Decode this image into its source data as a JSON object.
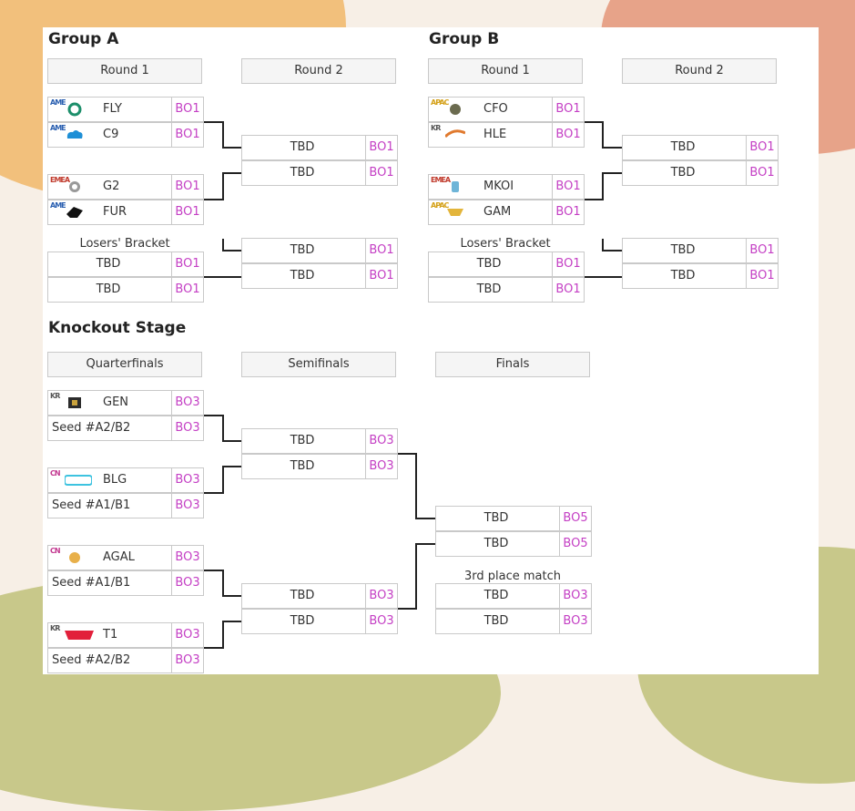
{
  "groupA": {
    "title": "Group A",
    "round1": "Round 1",
    "round2": "Round 2",
    "losers_label": "Losers' Bracket",
    "r1_matches": [
      {
        "region": "AME",
        "team": "FLY",
        "fmt": "BO1"
      },
      {
        "region": "AME",
        "team": "C9",
        "fmt": "BO1"
      },
      {
        "region": "EMEA",
        "team": "G2",
        "fmt": "BO1"
      },
      {
        "region": "AME",
        "team": "FUR",
        "fmt": "BO1"
      }
    ],
    "losers": [
      {
        "team": "TBD",
        "fmt": "BO1"
      },
      {
        "team": "TBD",
        "fmt": "BO1"
      }
    ],
    "r2": [
      {
        "team": "TBD",
        "fmt": "BO1"
      },
      {
        "team": "TBD",
        "fmt": "BO1"
      },
      {
        "team": "TBD",
        "fmt": "BO1"
      },
      {
        "team": "TBD",
        "fmt": "BO1"
      }
    ]
  },
  "groupB": {
    "title": "Group B",
    "round1": "Round 1",
    "round2": "Round 2",
    "losers_label": "Losers' Bracket",
    "r1_matches": [
      {
        "region": "APAC",
        "team": "CFO",
        "fmt": "BO1"
      },
      {
        "region": "KR",
        "team": "HLE",
        "fmt": "BO1"
      },
      {
        "region": "EMEA",
        "team": "MKOI",
        "fmt": "BO1"
      },
      {
        "region": "APAC",
        "team": "GAM",
        "fmt": "BO1"
      }
    ],
    "losers": [
      {
        "team": "TBD",
        "fmt": "BO1"
      },
      {
        "team": "TBD",
        "fmt": "BO1"
      }
    ],
    "r2": [
      {
        "team": "TBD",
        "fmt": "BO1"
      },
      {
        "team": "TBD",
        "fmt": "BO1"
      },
      {
        "team": "TBD",
        "fmt": "BO1"
      },
      {
        "team": "TBD",
        "fmt": "BO1"
      }
    ]
  },
  "knockout": {
    "title": "Knockout Stage",
    "qf": "Quarterfinals",
    "sf": "Semifinals",
    "final": "Finals",
    "third_label": "3rd place match",
    "qf_matches": [
      {
        "region": "KR",
        "team": "GEN",
        "fmt": "BO3"
      },
      {
        "team": "Seed #A2/B2",
        "fmt": "BO3"
      },
      {
        "region": "CN",
        "team": "BLG",
        "fmt": "BO3"
      },
      {
        "team": "Seed #A1/B1",
        "fmt": "BO3"
      },
      {
        "region": "CN",
        "team": "AGAL",
        "fmt": "BO3"
      },
      {
        "team": "Seed #A1/B1",
        "fmt": "BO3"
      },
      {
        "region": "KR",
        "team": "T1",
        "fmt": "BO3"
      },
      {
        "team": "Seed #A2/B2",
        "fmt": "BO3"
      }
    ],
    "sf_matches": [
      {
        "team": "TBD",
        "fmt": "BO3"
      },
      {
        "team": "TBD",
        "fmt": "BO3"
      },
      {
        "team": "TBD",
        "fmt": "BO3"
      },
      {
        "team": "TBD",
        "fmt": "BO3"
      }
    ],
    "final_matches": [
      {
        "team": "TBD",
        "fmt": "BO5"
      },
      {
        "team": "TBD",
        "fmt": "BO5"
      }
    ],
    "third_matches": [
      {
        "team": "TBD",
        "fmt": "BO3"
      },
      {
        "team": "TBD",
        "fmt": "BO3"
      }
    ]
  },
  "colors": {
    "format_text": "#c43fc4",
    "AME": "#2a5fb0",
    "EMEA": "#c0392b",
    "APAC": "#d4a017",
    "KR": "#555555",
    "CN": "#c2378f"
  }
}
